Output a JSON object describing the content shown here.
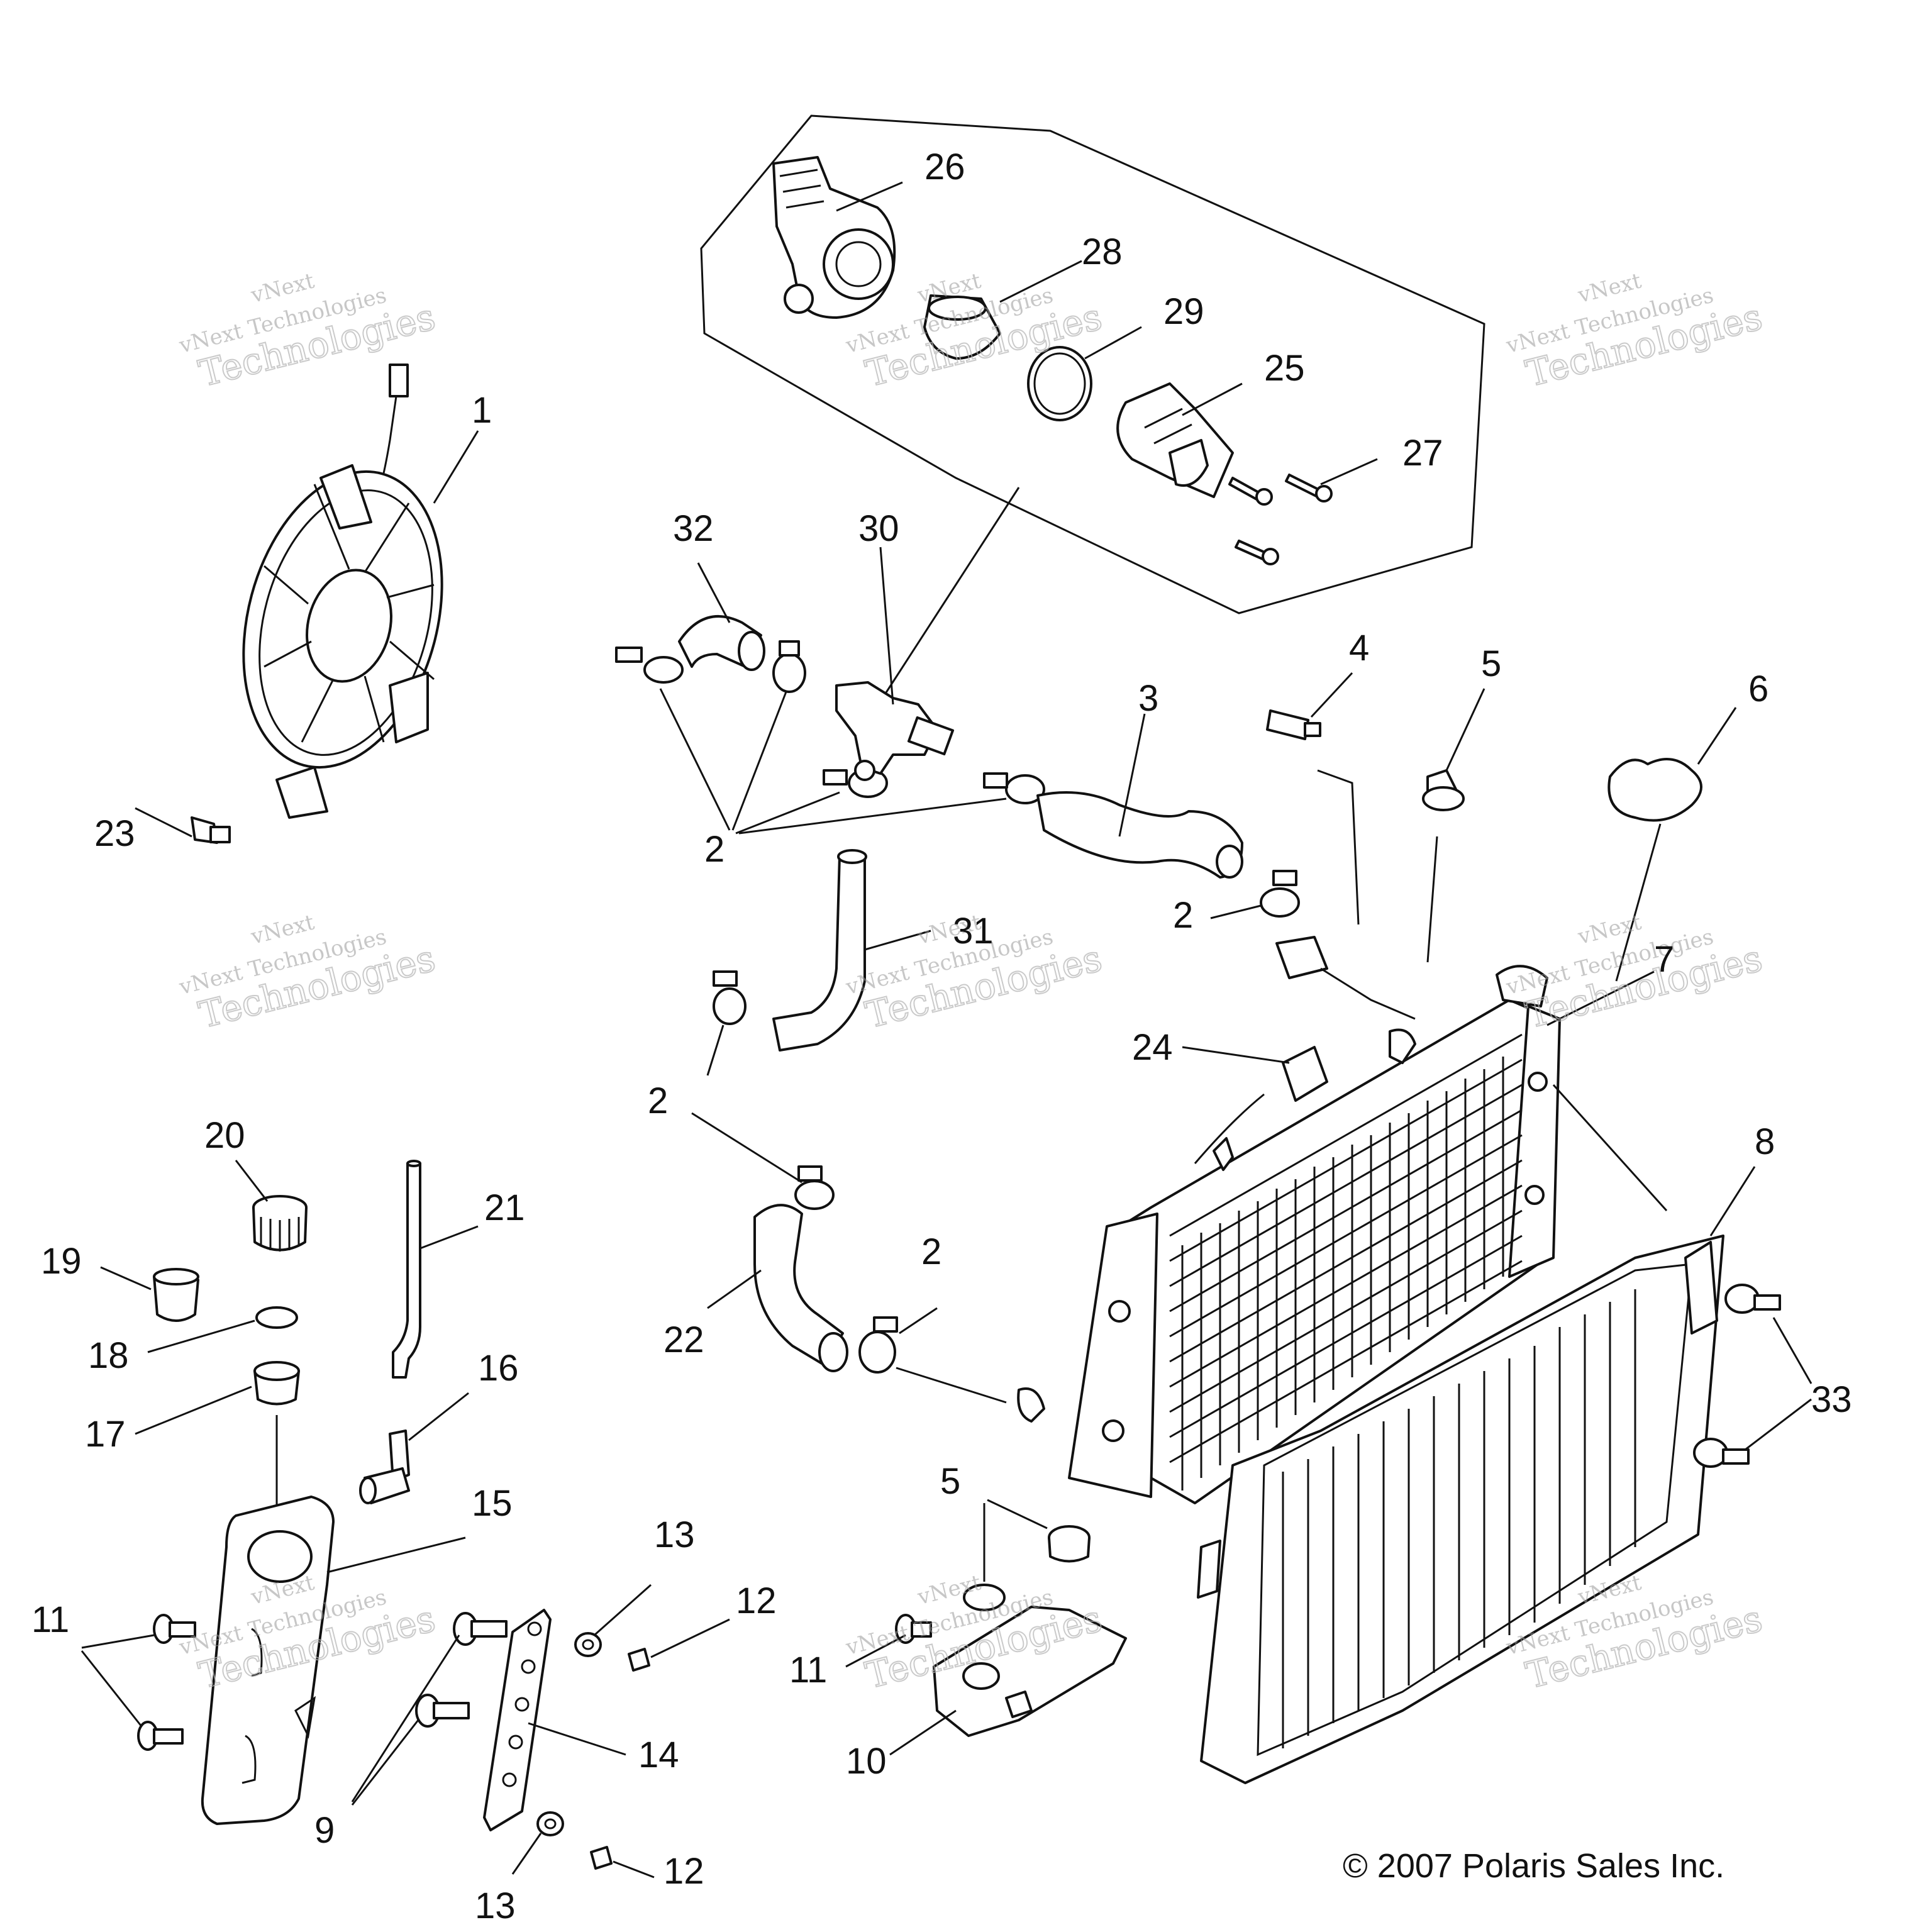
{
  "diagram": {
    "copyright": "© 2007 Polaris Sales Inc.",
    "watermark": {
      "line1": "vNext",
      "line2": "vNext Technologies",
      "line3": "Technologies"
    },
    "callouts": [
      "1",
      "2",
      "3",
      "4",
      "5",
      "6",
      "7",
      "8",
      "9",
      "10",
      "11",
      "12",
      "13",
      "14",
      "15",
      "16",
      "17",
      "18",
      "19",
      "20",
      "21",
      "22",
      "23",
      "24",
      "25",
      "26",
      "27",
      "28",
      "29",
      "30",
      "31",
      "32",
      "33"
    ]
  }
}
